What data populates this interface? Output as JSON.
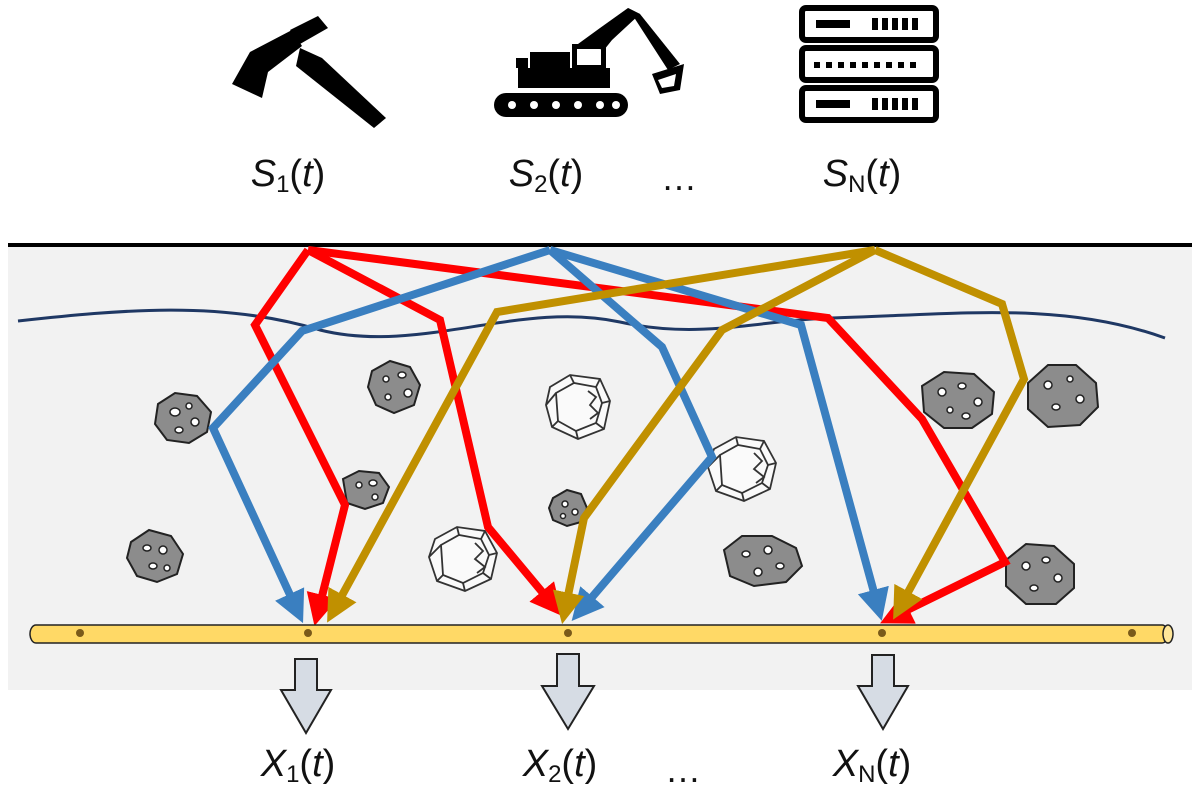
{
  "sources": [
    {
      "symbol": "S",
      "index": "1",
      "arg": "t",
      "icon": "hammer-icon"
    },
    {
      "symbol": "S",
      "index": "2",
      "arg": "t",
      "icon": "excavator-icon"
    },
    {
      "symbol": "S",
      "index": "N",
      "arg": "t",
      "icon": "server-rack-icon"
    }
  ],
  "sensors": [
    {
      "symbol": "X",
      "index": "1",
      "arg": "t"
    },
    {
      "symbol": "X",
      "index": "2",
      "arg": "t"
    },
    {
      "symbol": "X",
      "index": "N",
      "arg": "t"
    }
  ],
  "ellipsis": "…",
  "colors": {
    "source1_path": "#ff0000",
    "source2_path": "#3a7fc0",
    "sourceN_path": "#c09000",
    "ground": "#f2f2f2",
    "cable": "#ffd966",
    "rock": "#8c8c8c",
    "water_line": "#1f3864",
    "output_arrow": "#d6dce4"
  }
}
